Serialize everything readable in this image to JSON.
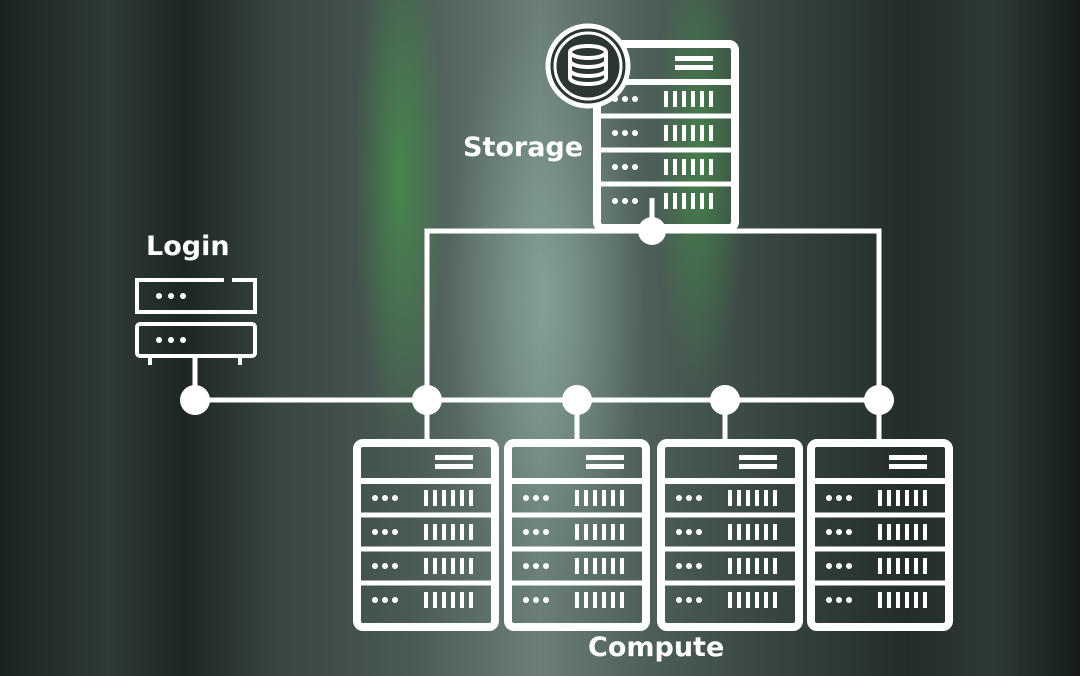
{
  "labels": {
    "storage": "Storage",
    "login": "Login",
    "compute": "Compute"
  },
  "icons": {
    "storage": "database-icon",
    "server": "server-rack-icon",
    "login": "login-server-icon"
  },
  "colors": {
    "line": "#ffffff",
    "accent_green": "#3fb53f"
  },
  "compute_nodes": [
    {
      "index": 1
    },
    {
      "index": 2
    },
    {
      "index": 3
    },
    {
      "index": 4
    }
  ]
}
